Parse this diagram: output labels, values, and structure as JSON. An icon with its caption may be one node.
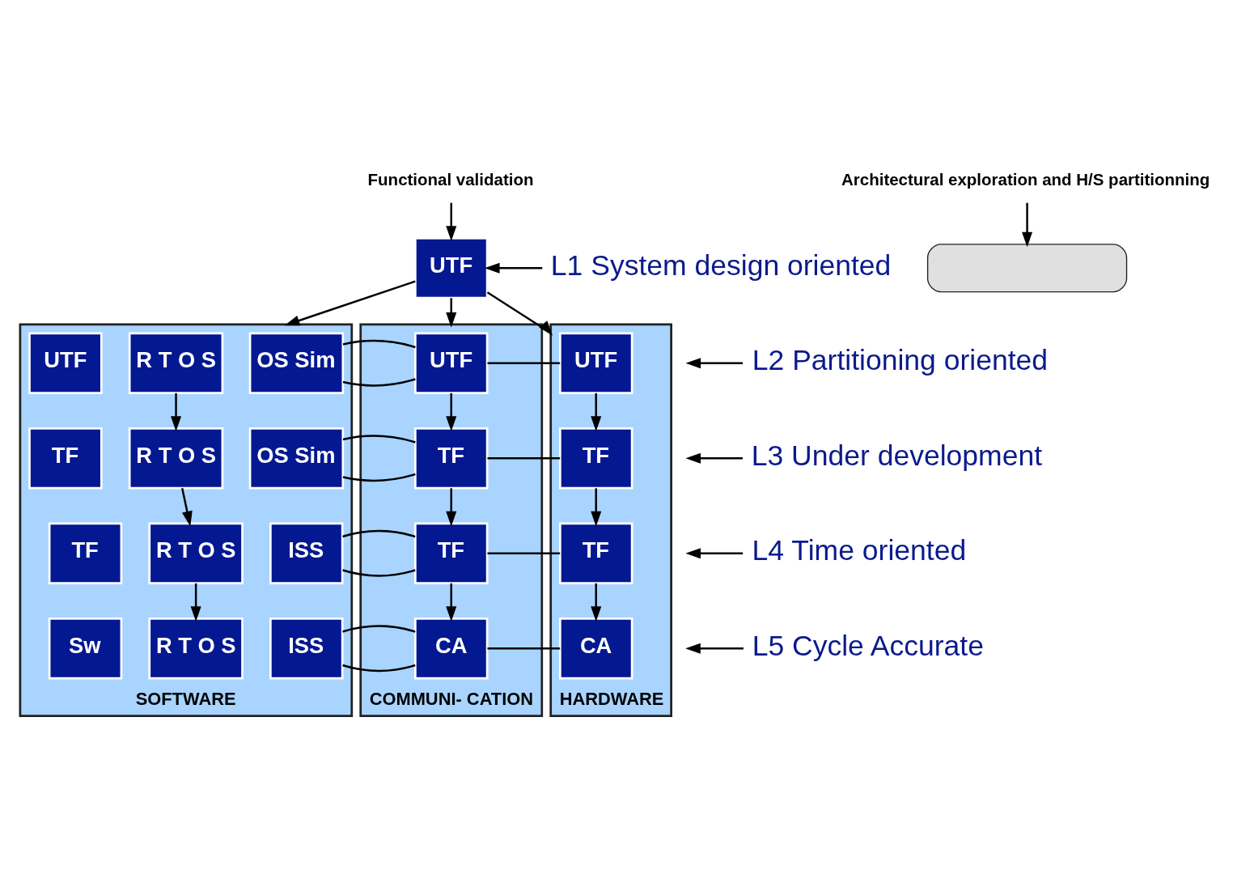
{
  "diagram": {
    "nodes": [
      {
        "text": [
          "Functional validation"
        ]
      },
      {
        "text": [
          "UTF"
        ]
      },
      {
        "text": [
          "Architectural exploration and H/S partitionning"
        ]
      },
      {
        "text": [],
        "shape": "box"
      },
      {
        "text": [
          "SOFTWARE"
        ]
      },
      {
        "text": [
          "COMMUNI- CATION"
        ]
      },
      {
        "text": [
          "HARDWARE"
        ]
      },
      {
        "text": [
          "UTF"
        ],
        "in": 4
      },
      {
        "text": [
          "R T O S"
        ],
        "in": 4
      },
      {
        "text": [
          "OS Sim"
        ],
        "in": 4
      },
      {
        "text": [
          "TF"
        ],
        "in": 4
      },
      {
        "text": [
          "R T O S"
        ],
        "in": 4
      },
      {
        "text": [
          "OS Sim"
        ],
        "in": 4
      },
      {
        "text": [
          "TF"
        ],
        "in": 4
      },
      {
        "text": [
          "R T O S"
        ],
        "in": 4
      },
      {
        "text": [
          "ISS"
        ],
        "in": 4
      },
      {
        "text": [
          "Sw"
        ],
        "in": 4
      },
      {
        "text": [
          "R T O S"
        ],
        "in": 4
      },
      {
        "text": [
          "ISS"
        ],
        "in": 4
      },
      {
        "text": [
          "UTF"
        ],
        "in": 5
      },
      {
        "text": [
          "TF"
        ],
        "in": 5
      },
      {
        "text": [
          "TF"
        ],
        "in": 5
      },
      {
        "text": [
          "CA"
        ],
        "in": 5
      },
      {
        "text": [
          "UTF"
        ],
        "in": 6
      },
      {
        "text": [
          "TF"
        ],
        "in": 6
      },
      {
        "text": [
          "TF"
        ],
        "in": 6
      },
      {
        "text": [
          "CA"
        ],
        "in": 6
      },
      {
        "text": [
          "L1 System design oriented"
        ]
      },
      {
        "text": [
          "L2 Partitioning oriented"
        ]
      },
      {
        "text": [
          "L3 Under development"
        ]
      },
      {
        "text": [
          "L4 Time oriented"
        ]
      },
      {
        "text": [
          "L5 Cycle Accurate"
        ]
      }
    ],
    "edges": [
      {
        "from": 0,
        "to": 1,
        "arrow": "to"
      },
      {
        "from": 2,
        "to": 3,
        "arrow": "to"
      },
      {
        "from": 1,
        "to": 4,
        "arrow": "to"
      },
      {
        "from": 1,
        "to": 5,
        "arrow": "to"
      },
      {
        "from": 1,
        "to": 6,
        "arrow": "to"
      },
      {
        "from": 9,
        "to": 19,
        "arrow": "none"
      },
      {
        "from": 19,
        "to": 23,
        "arrow": "none"
      },
      {
        "from": 12,
        "to": 20,
        "arrow": "none"
      },
      {
        "from": 20,
        "to": 24,
        "arrow": "none"
      },
      {
        "from": 15,
        "to": 21,
        "arrow": "none"
      },
      {
        "from": 21,
        "to": 25,
        "arrow": "none"
      },
      {
        "from": 18,
        "to": 22,
        "arrow": "none"
      },
      {
        "from": 22,
        "to": 26,
        "arrow": "none"
      },
      {
        "from": 8,
        "to": 11,
        "arrow": "to"
      },
      {
        "from": 11,
        "to": 14,
        "arrow": "to"
      },
      {
        "from": 14,
        "to": 17,
        "arrow": "to"
      },
      {
        "from": 19,
        "to": 20,
        "arrow": "to"
      },
      {
        "from": 20,
        "to": 21,
        "arrow": "to"
      },
      {
        "from": 21,
        "to": 22,
        "arrow": "to"
      },
      {
        "from": 23,
        "to": 24,
        "arrow": "to"
      },
      {
        "from": 24,
        "to": 25,
        "arrow": "to"
      },
      {
        "from": 25,
        "to": 26,
        "arrow": "to"
      },
      {
        "from": 27,
        "to": 1,
        "arrow": "to"
      },
      {
        "from": 28,
        "to": null,
        "arrow": "to"
      },
      {
        "from": 29,
        "to": null,
        "arrow": "to"
      },
      {
        "from": 30,
        "to": null,
        "arrow": "to"
      },
      {
        "from": 31,
        "to": null,
        "arrow": "to"
      }
    ]
  }
}
